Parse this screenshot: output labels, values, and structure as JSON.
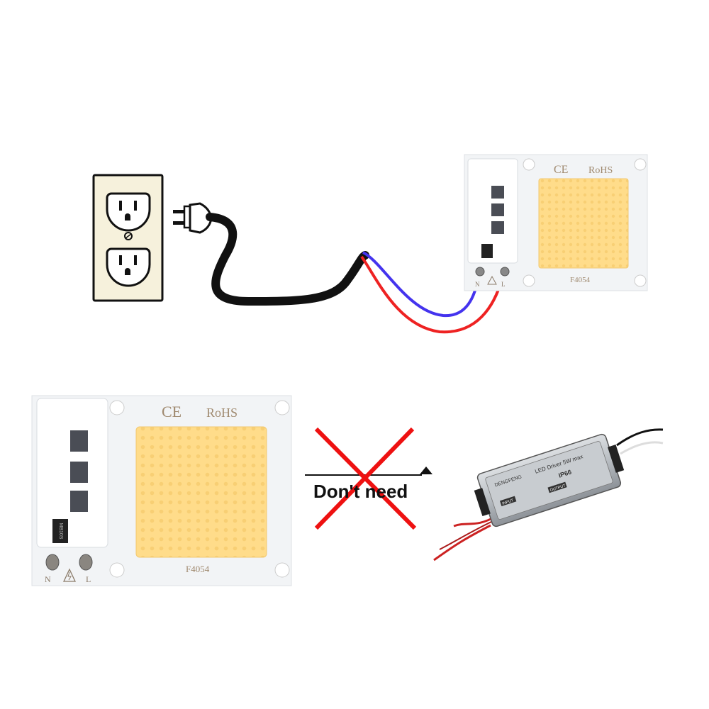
{
  "colors": {
    "outlet_face": "#f6f1dc",
    "board": "#f2f4f6",
    "led": "#ffdd88",
    "neutral_wire": "#4433ee",
    "live_wire": "#ee2222",
    "cross": "#ee1111",
    "cable": "#111111"
  },
  "top_board": {
    "ce": "CE",
    "rohs": "RoHS",
    "model": "F4054",
    "pin_n": "N",
    "pin_l": "L"
  },
  "bottom_board": {
    "ce": "CE",
    "rohs": "RoHS",
    "model": "F4054",
    "pin_n": "N",
    "pin_l": "L",
    "chip": "MB10S"
  },
  "dont_need": "Don't need",
  "driver": {
    "brand": "DENGFENG",
    "title": "LED Driver 5W max",
    "ip": "IP66",
    "input_tag": "INPUT",
    "output_tag": "OUTPUT"
  },
  "icons": [
    "outlet-icon",
    "plug-icon",
    "warning-icon",
    "cross-icon",
    "led-driver-icon"
  ]
}
